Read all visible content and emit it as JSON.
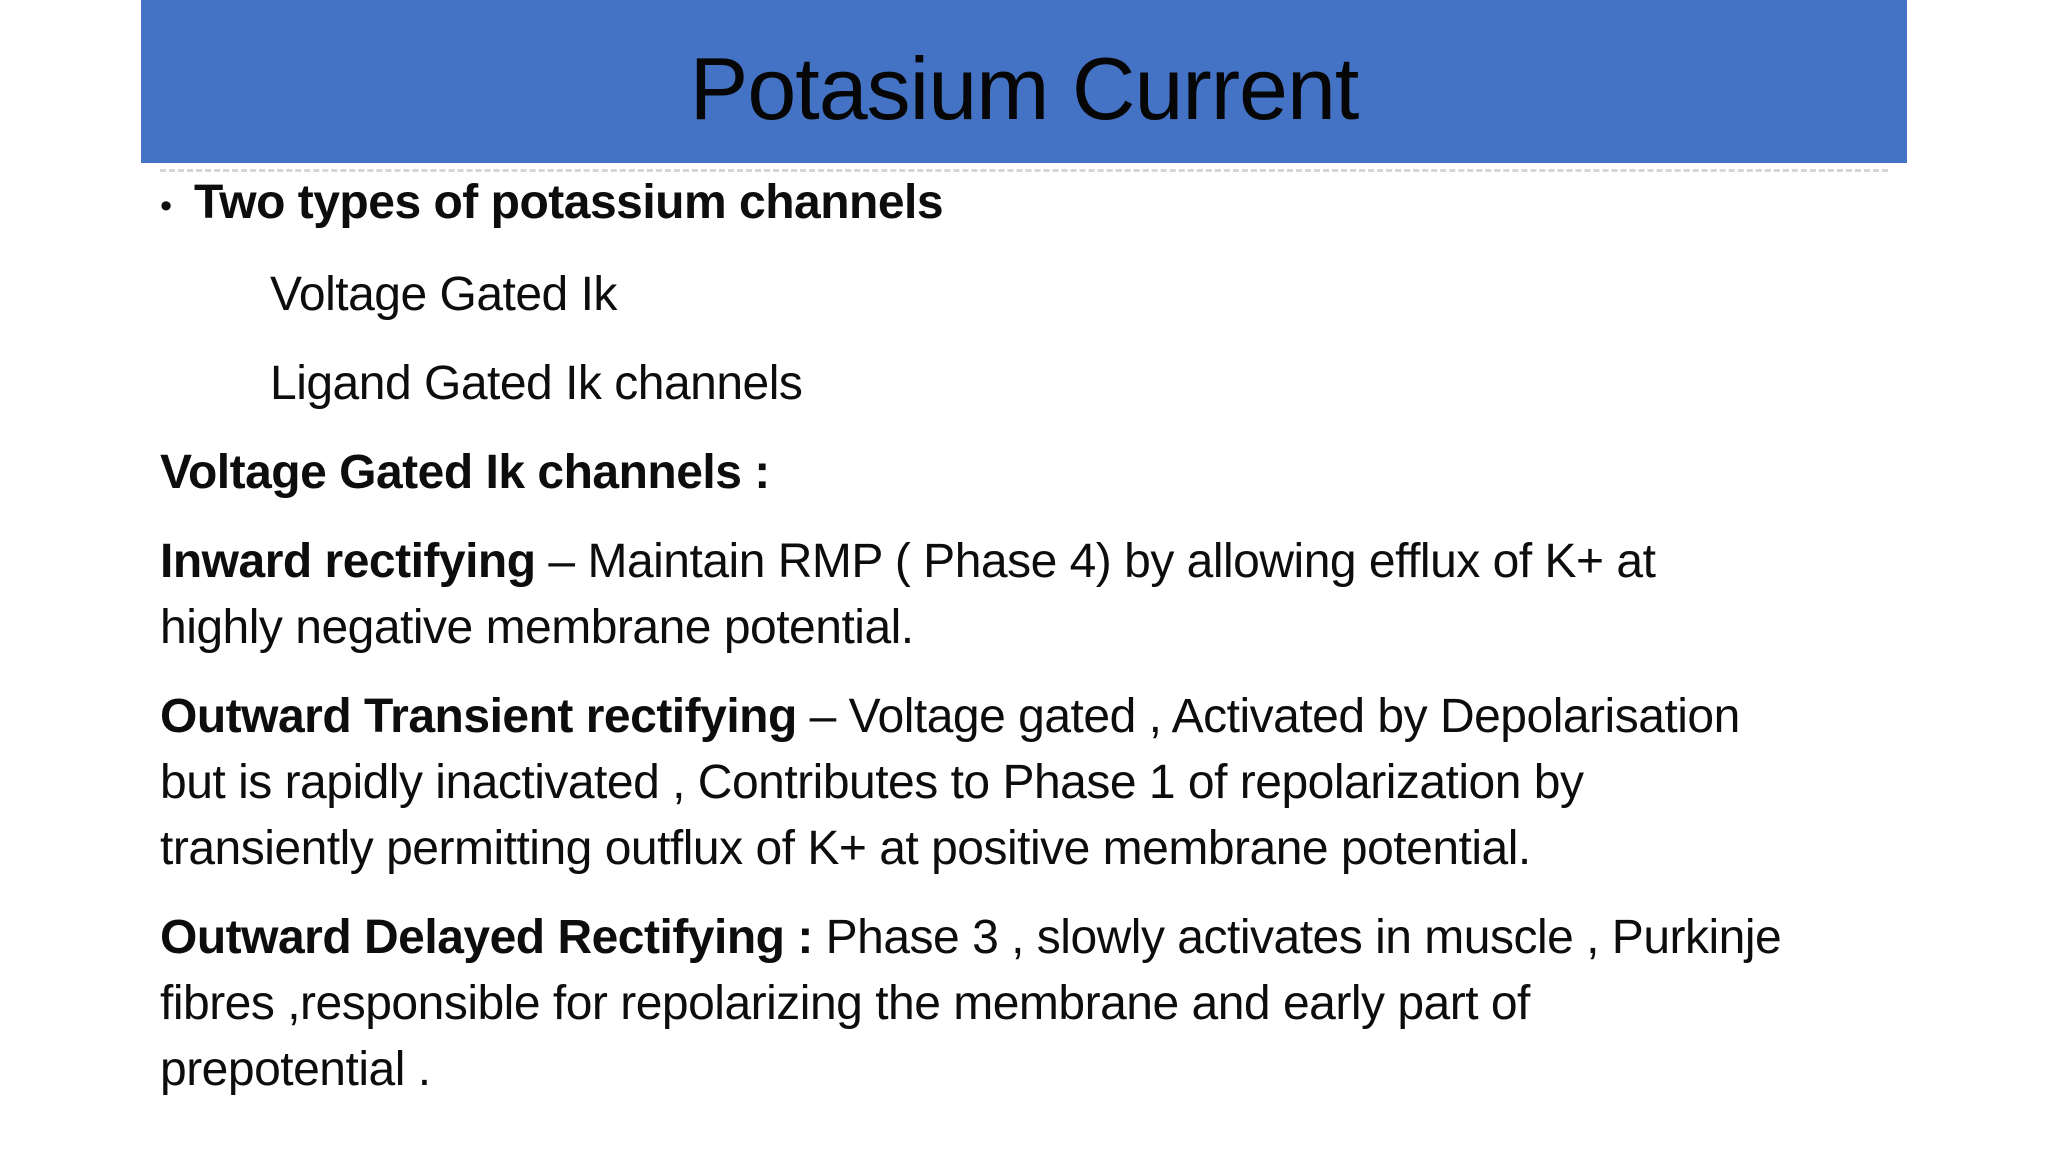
{
  "slide": {
    "title": "Potasium Current",
    "bullet_marker": "•",
    "bullet_text": "Two types of potassium channels",
    "sub_items": [
      "Voltage Gated Ik",
      "Ligand Gated Ik channels"
    ],
    "section_heading": "Voltage Gated Ik channels :",
    "paragraphs": [
      {
        "lead": "Inward rectifying",
        "lead_sep": " – ",
        "lines": [
          "Maintain RMP ( Phase 4) by allowing efflux of K+ at",
          "highly negative membrane potential."
        ]
      },
      {
        "lead": "Outward Transient rectifying",
        "lead_sep": " – ",
        "lines": [
          "Voltage gated , Activated by Depolarisation",
          "but is rapidly inactivated , Contributes to Phase 1 of repolarization by",
          "transiently permitting outflux of K+ at positive membrane potential."
        ]
      },
      {
        "lead": "Outward Delayed Rectifying :",
        "lead_sep": " ",
        "lines": [
          "Phase 3 , slowly activates in muscle , Purkinje",
          "fibres ,responsible for repolarizing the membrane and early part of",
          "prepotential ."
        ]
      }
    ],
    "colors": {
      "banner_blue": "#4472C4",
      "text": "#0d0d0d",
      "background": "#ffffff"
    }
  }
}
